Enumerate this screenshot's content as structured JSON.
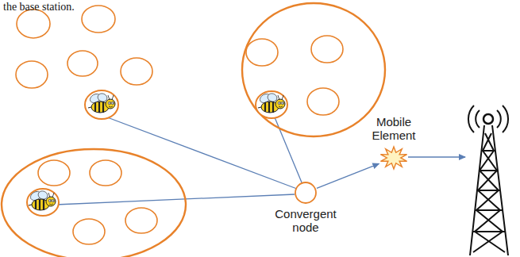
{
  "diagram": {
    "nodes": [
      {
        "text": [
          "Convergent node"
        ]
      },
      {
        "text": [
          "Mobile Element"
        ]
      }
    ],
    "edges": [
      {
        "from": 0,
        "to": 1,
        "arrow": "to"
      }
    ],
    "labels": [
      "the base station."
    ]
  }
}
